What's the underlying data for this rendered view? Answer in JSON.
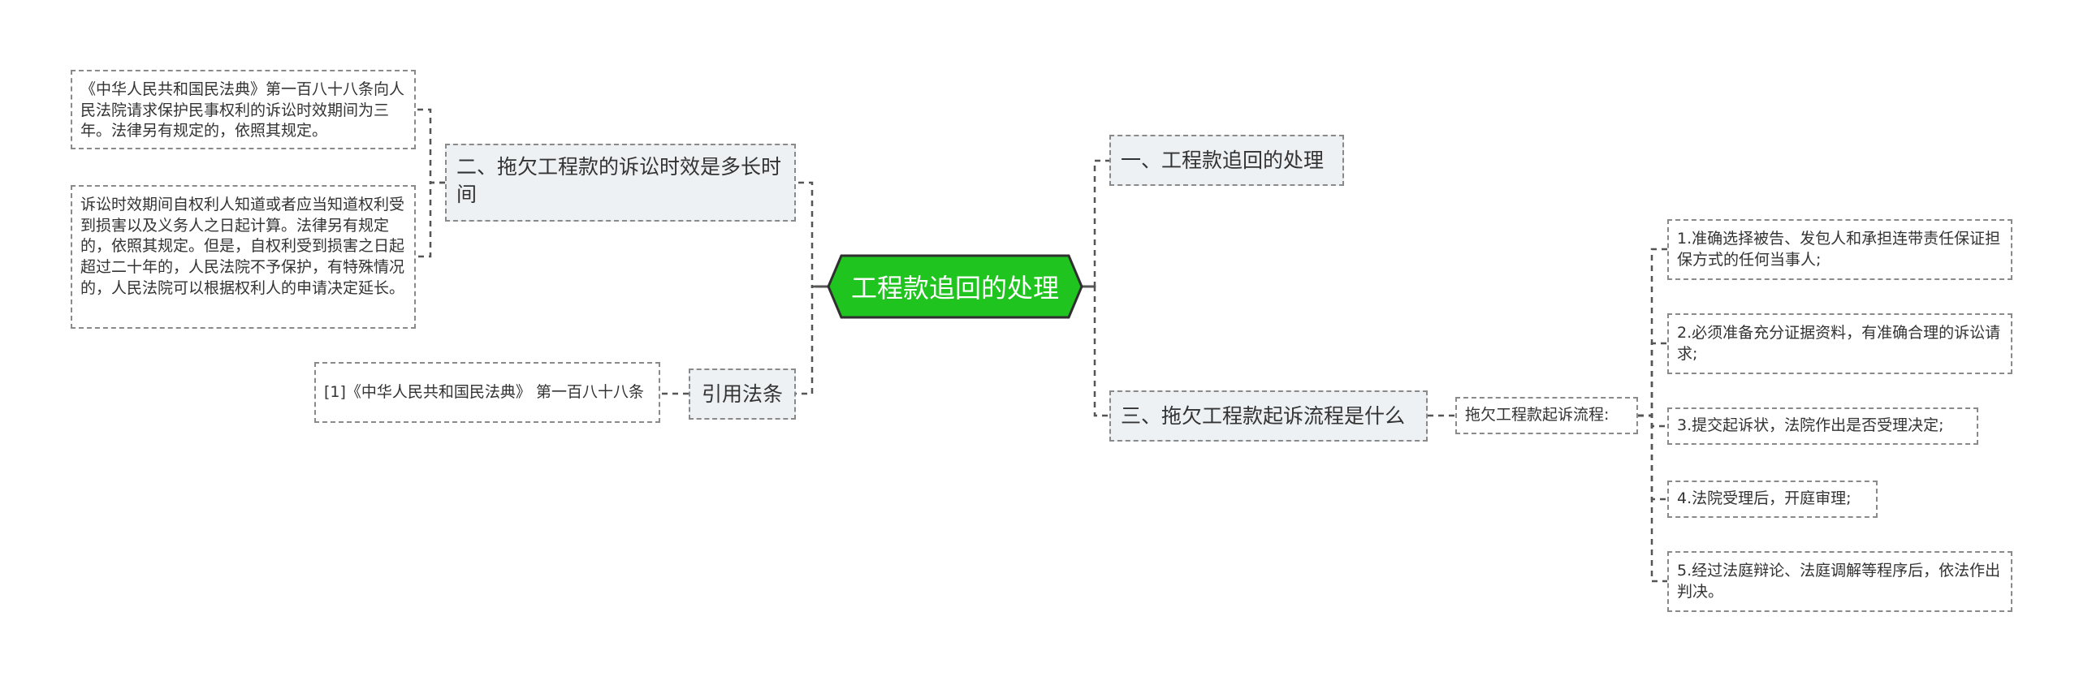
{
  "root": {
    "label": "工程款追回的处理",
    "fill": "#1fc41f",
    "stroke": "#2f2f2f"
  },
  "right": {
    "topic1": "一、工程款追回的处理",
    "topic3": "三、拖欠工程款起诉流程是什么",
    "topic3_sub": "拖欠工程款起诉流程:",
    "steps": [
      "1.准确选择被告、发包人和承担连带责任保证担保方式的任何当事人;",
      "2.必须准备充分证据资料，有准确合理的诉讼请求;",
      "3.提交起诉状，法院作出是否受理决定;",
      "4.法院受理后，开庭审理;",
      "5.经过法庭辩论、法庭调解等程序后，依法作出判决。"
    ]
  },
  "left": {
    "topic2": "二、拖欠工程款的诉讼时效是多长时间",
    "topic2_details": [
      "《中华人民共和国民法典》第一百八十八条向人民法院请求保护民事权利的诉讼时效期间为三年。法律另有规定的，依照其规定。",
      "诉讼时效期间自权利人知道或者应当知道权利受到损害以及义务人之日起计算。法律另有规定的，依照其规定。但是，自权利受到损害之日起超过二十年的，人民法院不予保护，有特殊情况的，人民法院可以根据权利人的申请决定延长。"
    ],
    "citation": "引用法条",
    "citation_detail": "[1]《中华人民共和国民法典》 第一百八十八条"
  },
  "colors": {
    "connector": "#555555",
    "box_border": "#8a8a8a",
    "topic_fill": "#eef1f4"
  }
}
